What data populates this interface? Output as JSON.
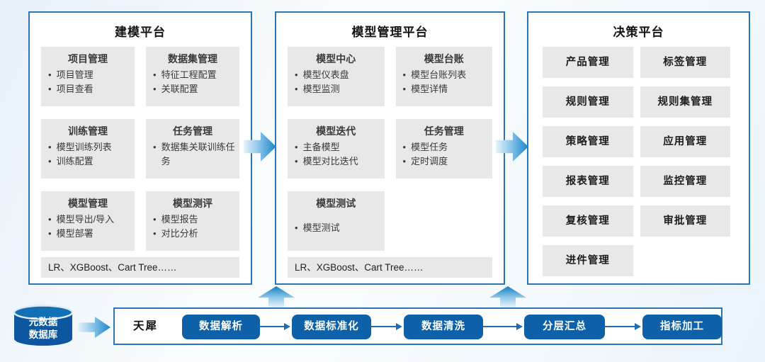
{
  "colors": {
    "panel_border_blue": "#2e75b6",
    "step_button_blue": "#0e60a9",
    "cylinder_blue": "#0d57a0",
    "arrow_gradient_blue": "#1b86c8",
    "card_gray": "#e8e8e8"
  },
  "platforms": [
    {
      "title": "建模平台",
      "cards": [
        {
          "title": "项目管理",
          "items": [
            "项目管理",
            "项目查看"
          ]
        },
        {
          "title": "数据集管理",
          "items": [
            "特征工程配置",
            "关联配置"
          ]
        },
        {
          "title": "训练管理",
          "items": [
            "模型训练列表",
            "训练配置"
          ]
        },
        {
          "title": "任务管理",
          "items": [
            "数据集关联训练任务"
          ]
        },
        {
          "title": "模型管理",
          "items": [
            "模型导出/导入",
            "模型部署"
          ]
        },
        {
          "title": "模型测评",
          "items": [
            "模型报告",
            "对比分析"
          ]
        }
      ],
      "footer": "LR、XGBoost、Cart Tree……"
    },
    {
      "title": "模型管理平台",
      "cards": [
        {
          "title": "模型中心",
          "items": [
            "模型仪表盘",
            "模型监测"
          ]
        },
        {
          "title": "模型台账",
          "items": [
            "模型台账列表",
            "模型详情"
          ]
        },
        {
          "title": "模型迭代",
          "items": [
            "主备模型",
            "模型对比迭代"
          ]
        },
        {
          "title": "任务管理",
          "items": [
            "模型任务",
            "定时调度"
          ]
        },
        {
          "title": "模型测试",
          "items": [
            "模型测试"
          ]
        }
      ],
      "footer": "LR、XGBoost、Cart Tree……"
    },
    {
      "title": "决策平台",
      "buttons": [
        "产品管理",
        "标签管理",
        "规则管理",
        "规则集管理",
        "策略管理",
        "应用管理",
        "报表管理",
        "监控管理",
        "复核管理",
        "审批管理",
        "进件管理"
      ]
    }
  ],
  "flow": {
    "source": {
      "line1": "元数据",
      "line2": "数据库"
    },
    "engine": "天犀",
    "steps": [
      "数据解析",
      "数据标准化",
      "数据清洗",
      "分层汇总",
      "指标加工"
    ]
  }
}
